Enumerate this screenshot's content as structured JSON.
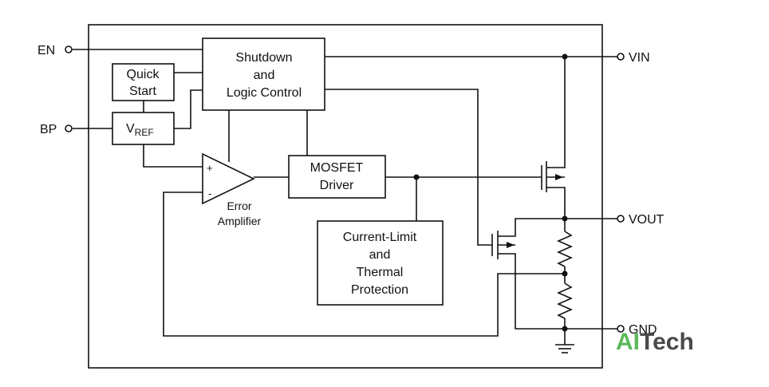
{
  "pins": {
    "en": "EN",
    "bp": "BP",
    "vin": "VIN",
    "vout": "VOUT",
    "gnd": "GND"
  },
  "blocks": {
    "shutdown": [
      "Shutdown",
      "and",
      "Logic Control"
    ],
    "quick_start": [
      "Quick",
      "Start"
    ],
    "vref_main": "V",
    "vref_sub": "REF",
    "mosfet_driver": [
      "MOSFET",
      "Driver"
    ],
    "current_limit": [
      "Current-Limit",
      "and",
      "Thermal",
      "Protection"
    ],
    "error_amp": [
      "Error",
      "Amplifier"
    ],
    "amp_plus": "+",
    "amp_minus": "-"
  },
  "watermark": {
    "part1": "AI",
    "part2": "Tech",
    "color1": "#5cb85c",
    "color2": "#4a4a4a"
  }
}
